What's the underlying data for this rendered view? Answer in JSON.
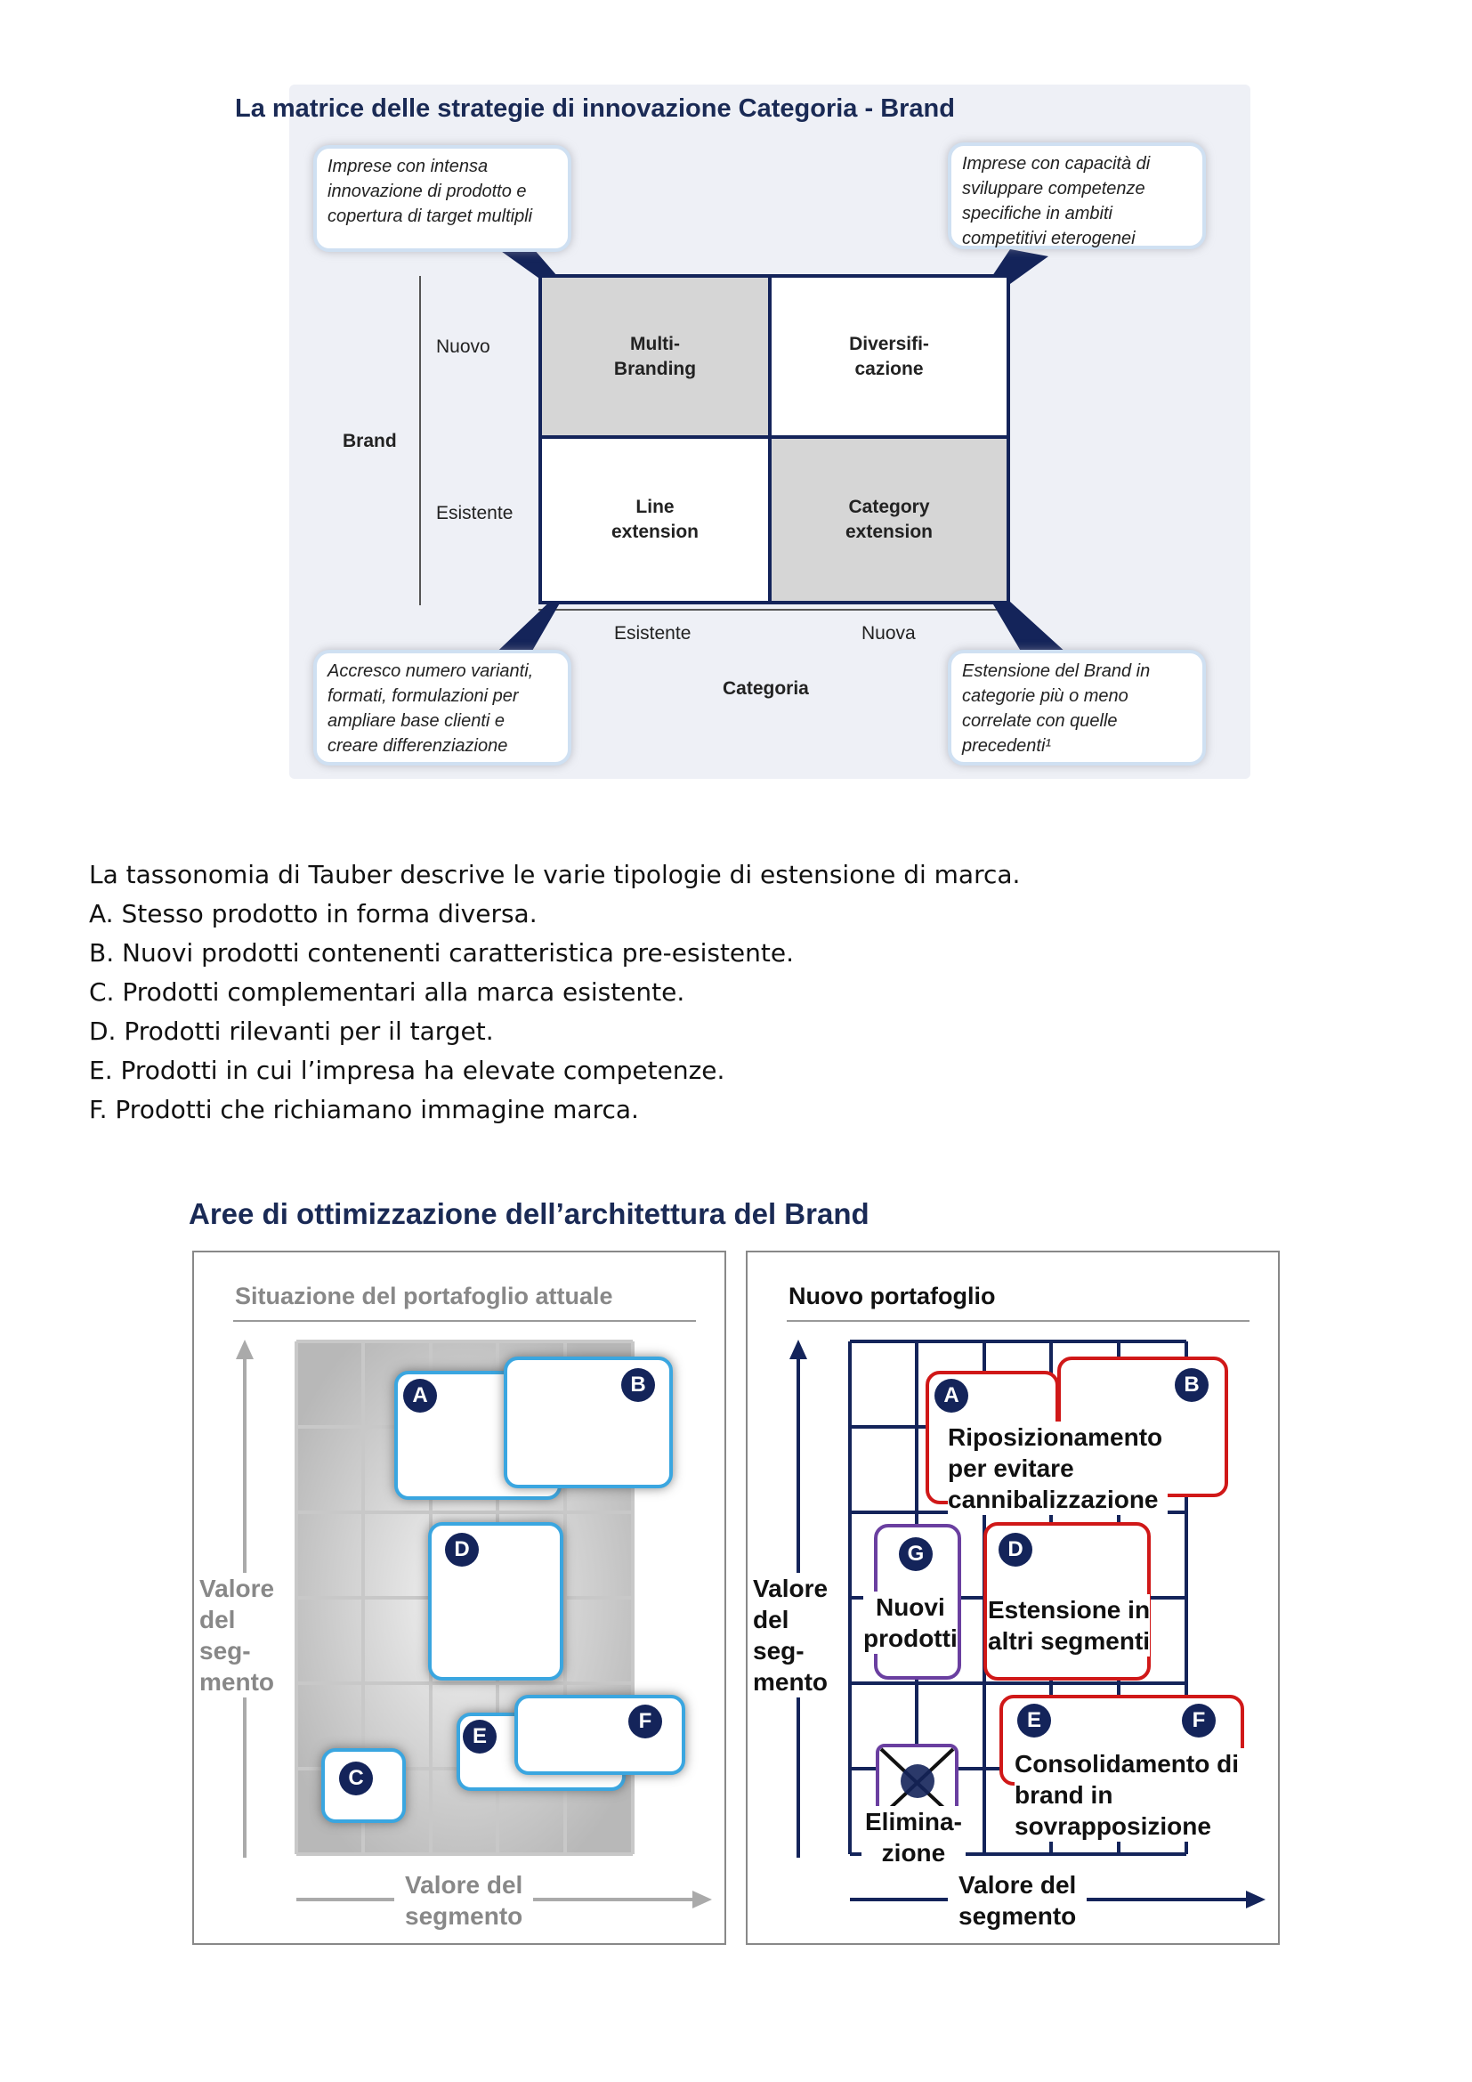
{
  "matrix": {
    "title": "La matrice delle strategie di innovazione Categoria - Brand",
    "callouts": {
      "top_left": "Imprese con intensa innovazione di prodotto e copertura di target multipli",
      "top_right": "Imprese con capacità di sviluppare competenze specifiche in ambiti competitivi eterogenei",
      "bottom_left": "Accresco numero varianti, formati, formulazioni per ampliare base clienti e creare differenziazione",
      "bottom_right": "Estensione del Brand in categorie più o meno correlate con quelle precedenti¹"
    },
    "cells": {
      "new_new_left": "Multi-\nBranding",
      "new_right": "Diversifi-\ncazione",
      "existing_left": "Line\nextension",
      "existing_right": "Category\nextension"
    },
    "y_axis": {
      "label": "Brand",
      "row_new": "Nuovo",
      "row_existing": "Esistente"
    },
    "x_axis": {
      "label": "Categoria",
      "col_existing": "Esistente",
      "col_new": "Nuova"
    }
  },
  "text": {
    "intro": "La tassonomia di Tauber descrive le varie tipologie di estensione di marca.",
    "items": [
      "A. Stesso prodotto in forma diversa.",
      "B. Nuovi prodotti contenenti caratteristica pre-esistente.",
      "C. Prodotti complementari alla marca esistente.",
      "D. Prodotti rilevanti per il target.",
      "E. Prodotti in cui l’impresa ha elevate competenze.",
      "F. Prodotti che richiamano immagine marca."
    ]
  },
  "architecture": {
    "title": "Aree di ottimizzazione dell’architettura del Brand",
    "left_panel": {
      "title": "Situazione del portafoglio attuale",
      "y_label": "Valore\ndel\nseg-\nmento",
      "x_label": "Valore del\nsegmento",
      "letters": [
        "A",
        "B",
        "C",
        "D",
        "E",
        "F"
      ]
    },
    "right_panel": {
      "title": "Nuovo portafoglio",
      "y_label": "Valore\ndel\nseg-\nmento",
      "x_label": "Valore del\nsegmento",
      "letters": [
        "A",
        "B",
        "D",
        "G",
        "E",
        "F"
      ],
      "label_ab": "Riposizionamento\nper evitare\ncannibalizzazione",
      "label_g": "Nuovi\nprodotti",
      "label_d": "Estensione in\naltri segmenti",
      "label_ef": "Consolidamento di\nbrand in\nsovrapposizione",
      "label_elim": "Elimina-\nzione"
    }
  },
  "colors": {
    "title_navy": "#1a2a55",
    "box_blue": "#3aa6e0",
    "box_red": "#d01818",
    "box_purple": "#6a3fa0",
    "grid_navy": "#14245a"
  }
}
